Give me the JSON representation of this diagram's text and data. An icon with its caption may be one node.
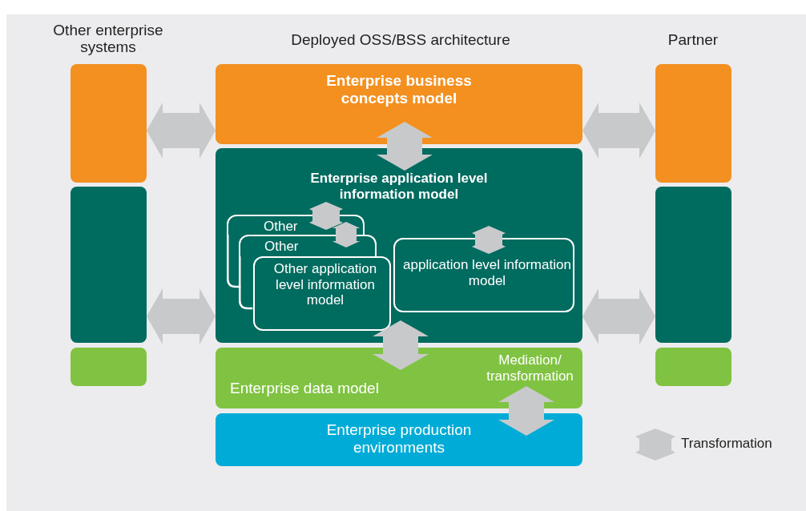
{
  "diagram": {
    "nodes": [
      {
        "text": [],
        "shape": "box"
      },
      {
        "text": [],
        "shape": "box"
      },
      {
        "text": [],
        "shape": "box"
      },
      {
        "text": [
          "Enterprise business concepts model"
        ]
      },
      {
        "text": [
          "Enterprise application level information model"
        ]
      },
      {
        "text": [
          "Other"
        ],
        "in": 4
      },
      {
        "text": [
          "Other"
        ],
        "in": 4
      },
      {
        "text": [
          "Other application level information model"
        ],
        "in": 4
      },
      {
        "text": [
          "application level information model"
        ],
        "in": 4
      },
      {
        "text": [
          "Enterprise data model",
          "Mediation/ transformation"
        ]
      },
      {
        "text": [
          "Enterprise production environments"
        ]
      },
      {
        "text": [],
        "shape": "box"
      },
      {
        "text": [],
        "shape": "box"
      },
      {
        "text": [],
        "shape": "box"
      }
    ],
    "edges": [
      {
        "from": 0,
        "to": 3,
        "arrow": "both"
      },
      {
        "from": 1,
        "to": 4,
        "arrow": "both"
      },
      {
        "from": 3,
        "to": 4,
        "arrow": "both"
      },
      {
        "from": 4,
        "to": 9,
        "arrow": "both"
      },
      {
        "from": 9,
        "to": 10,
        "arrow": "both"
      },
      {
        "from": 3,
        "to": 11,
        "arrow": "both"
      },
      {
        "from": 4,
        "to": 12,
        "arrow": "both"
      },
      {
        "from": 5,
        "to": 6,
        "arrow": "both"
      }
    ],
    "labels": [
      "Other enterprise systems",
      "Deployed OSS/BSS architecture",
      "Partner"
    ],
    "legend": [
      {
        "text": "Transformation"
      }
    ]
  }
}
